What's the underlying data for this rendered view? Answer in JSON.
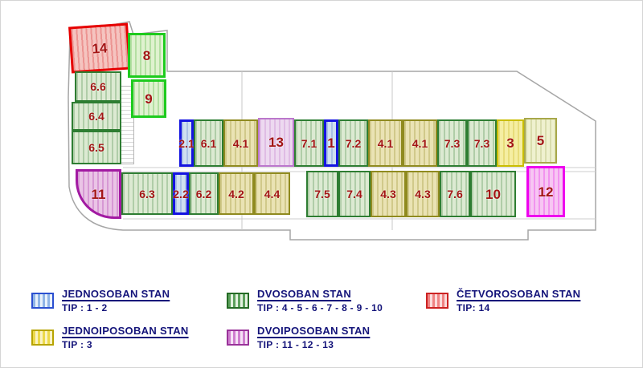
{
  "plan": {
    "units": [
      {
        "label": "14",
        "type": "cetvorosoban"
      },
      {
        "label": "8",
        "type": "dvosoban"
      },
      {
        "label": "6.6",
        "type": "dvosoban"
      },
      {
        "label": "9",
        "type": "dvosoban"
      },
      {
        "label": "6.4",
        "type": "dvosoban"
      },
      {
        "label": "6.5",
        "type": "dvosoban"
      },
      {
        "label": "2.1",
        "type": "jednosoban"
      },
      {
        "label": "6.1",
        "type": "dvosoban"
      },
      {
        "label": "4.1",
        "type": "dvosoban"
      },
      {
        "label": "13",
        "type": "dvoiposoban"
      },
      {
        "label": "7.1",
        "type": "dvosoban"
      },
      {
        "label": "1",
        "type": "jednosoban"
      },
      {
        "label": "7.2",
        "type": "dvosoban"
      },
      {
        "label": "4.1",
        "type": "dvosoban"
      },
      {
        "label": "4.1",
        "type": "dvosoban"
      },
      {
        "label": "7.3",
        "type": "dvosoban"
      },
      {
        "label": "7.3",
        "type": "dvosoban"
      },
      {
        "label": "3",
        "type": "jednoiposoban"
      },
      {
        "label": "5",
        "type": "dvosoban"
      },
      {
        "label": "11",
        "type": "dvoiposoban"
      },
      {
        "label": "6.3",
        "type": "dvosoban"
      },
      {
        "label": "2.2",
        "type": "jednosoban"
      },
      {
        "label": "6.2",
        "type": "dvosoban"
      },
      {
        "label": "4.2",
        "type": "dvosoban"
      },
      {
        "label": "4.4",
        "type": "dvosoban"
      },
      {
        "label": "7.5",
        "type": "dvosoban"
      },
      {
        "label": "7.4",
        "type": "dvosoban"
      },
      {
        "label": "4.3",
        "type": "dvosoban"
      },
      {
        "label": "4.3",
        "type": "dvosoban"
      },
      {
        "label": "7.6",
        "type": "dvosoban"
      },
      {
        "label": "10",
        "type": "dvosoban"
      },
      {
        "label": "12",
        "type": "dvoiposoban"
      }
    ]
  },
  "legend": {
    "items": [
      {
        "title": "JEDNOSOBAN  STAN",
        "tip": "TIP : 1 - 2",
        "color": "#2b4fd0"
      },
      {
        "title": "JEDNOIPOSOBAN  STAN",
        "tip": "TIP : 3",
        "color": "#b7a400"
      },
      {
        "title": "DVOSOBAN  STAN",
        "tip": "TIP : 4 - 5 - 6 - 7 - 8 - 9 - 10",
        "color": "#256b25"
      },
      {
        "title": "DVOIPOSOBAN  STAN",
        "tip": "TIP : 11 - 12 - 13",
        "color": "#993399"
      },
      {
        "title": "ČETVOROSOBAN  STAN",
        "tip": "TIP: 14",
        "color": "#cc2222"
      }
    ]
  },
  "colors": {
    "unit_number": "#a31515",
    "legend_text": "#14147a",
    "outline": "#a6a6a6"
  }
}
